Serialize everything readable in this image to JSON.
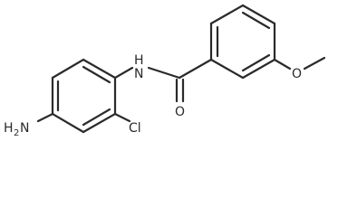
{
  "molecule": {
    "atom_labels": {
      "amine_nh": "N",
      "amine_h": "H",
      "carbonyl_o": "O",
      "methoxy_o": "O",
      "chloro": "Cl",
      "amino_h": "H",
      "amino_sub": "2",
      "amino_n": "N"
    }
  },
  "colors": {
    "bond": "#2a2a2a",
    "label": "#2a2a2a",
    "background": "#ffffff"
  }
}
